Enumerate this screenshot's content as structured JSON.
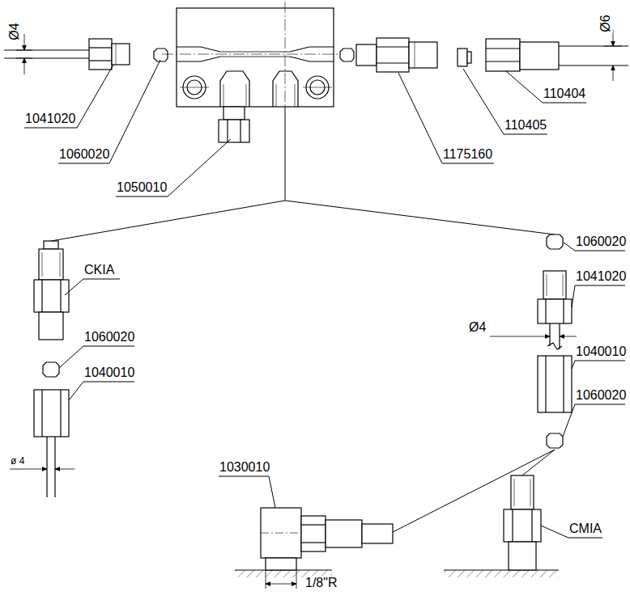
{
  "diagram": {
    "labels": [
      "Ø4",
      "Ø6",
      "1041020",
      "110404",
      "110405",
      "1060020",
      "1175160",
      "1050010",
      "CKIA",
      "1060020",
      "1041020",
      "1060020",
      "Ø4",
      "1040010",
      "1040010",
      "1060020",
      "ø 4",
      "1030010",
      "CMIA",
      "1/8\"R"
    ]
  }
}
